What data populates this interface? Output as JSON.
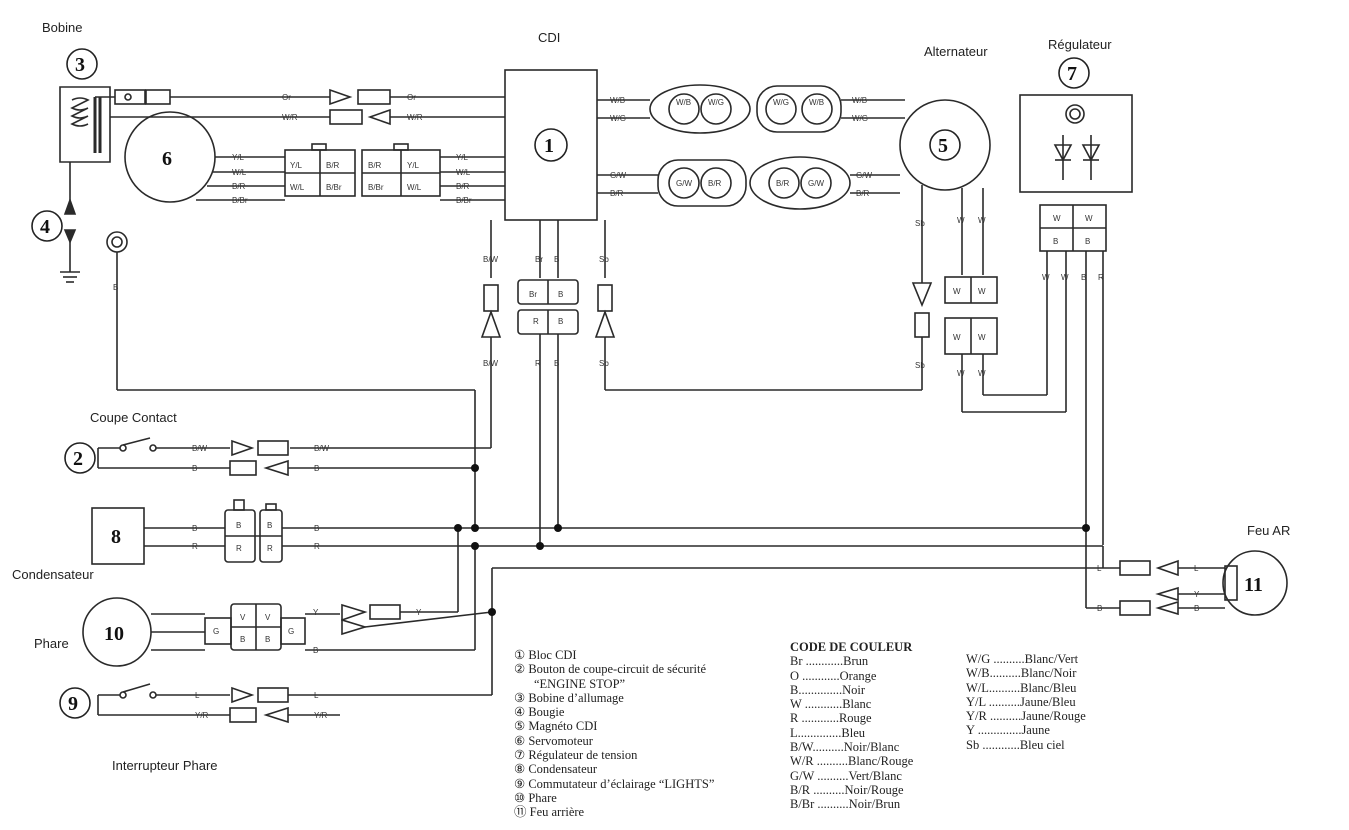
{
  "labels": {
    "bobine": "Bobine",
    "cdi": "CDI",
    "alternateur": "Alternateur",
    "regulateur": "Régulateur",
    "coupe_contact": "Coupe Contact",
    "condensateur": "Condensateur",
    "phare": "Phare",
    "interrupteur_phare": "Interrupteur Phare",
    "feu_ar": "Feu AR"
  },
  "component_numbers": [
    "3",
    "6",
    "4",
    "1",
    "5",
    "7",
    "2",
    "8",
    "10",
    "9",
    "11"
  ],
  "wire_codes": {
    "or": "Or",
    "wr": "W/R",
    "yl": "Y/L",
    "wl": "W/L",
    "br_": "B/R",
    "bbr": "B/Br",
    "wb": "W/B",
    "wg": "W/G",
    "gw": "G/W",
    "bw": "B/W",
    "brn": "Br",
    "b": "B",
    "r": "R",
    "sb": "Sb",
    "w": "W",
    "l": "L",
    "y": "Y",
    "yr": "Y/R",
    "g": "G",
    "v": "V"
  },
  "legend_components": [
    "① Bloc CDI",
    "② Bouton de coupe-circuit de sécurité",
    "“ENGINE STOP”",
    "③ Bobine d’allumage",
    "④ Bougie",
    "⑤ Magnéto CDI",
    "⑥ Servomoteur",
    "⑦ Régulateur de tension",
    "⑧ Condensateur",
    "⑨ Commutateur d’éclairage “LIGHTS”",
    "⑩ Phare",
    "⑪ Feu arrière"
  ],
  "color_code_title": "CODE DE COULEUR",
  "color_codes_col1": [
    "Br ............Brun",
    "O ............Orange",
    "B..............Noir",
    "W ............Blanc",
    "R ............Rouge",
    "L..............Bleu",
    "B/W..........Noir/Blanc",
    "W/R ..........Blanc/Rouge",
    "G/W ..........Vert/Blanc",
    "B/R ..........Noir/Rouge",
    "B/Br ..........Noir/Brun"
  ],
  "color_codes_col2": [
    "W/G ..........Blanc/Vert",
    "W/B..........Blanc/Noir",
    "W/L..........Blanc/Bleu",
    "Y/L ..........Jaune/Bleu",
    "Y/R ..........Jaune/Rouge",
    "Y ..............Jaune",
    "Sb ............Bleu ciel"
  ]
}
